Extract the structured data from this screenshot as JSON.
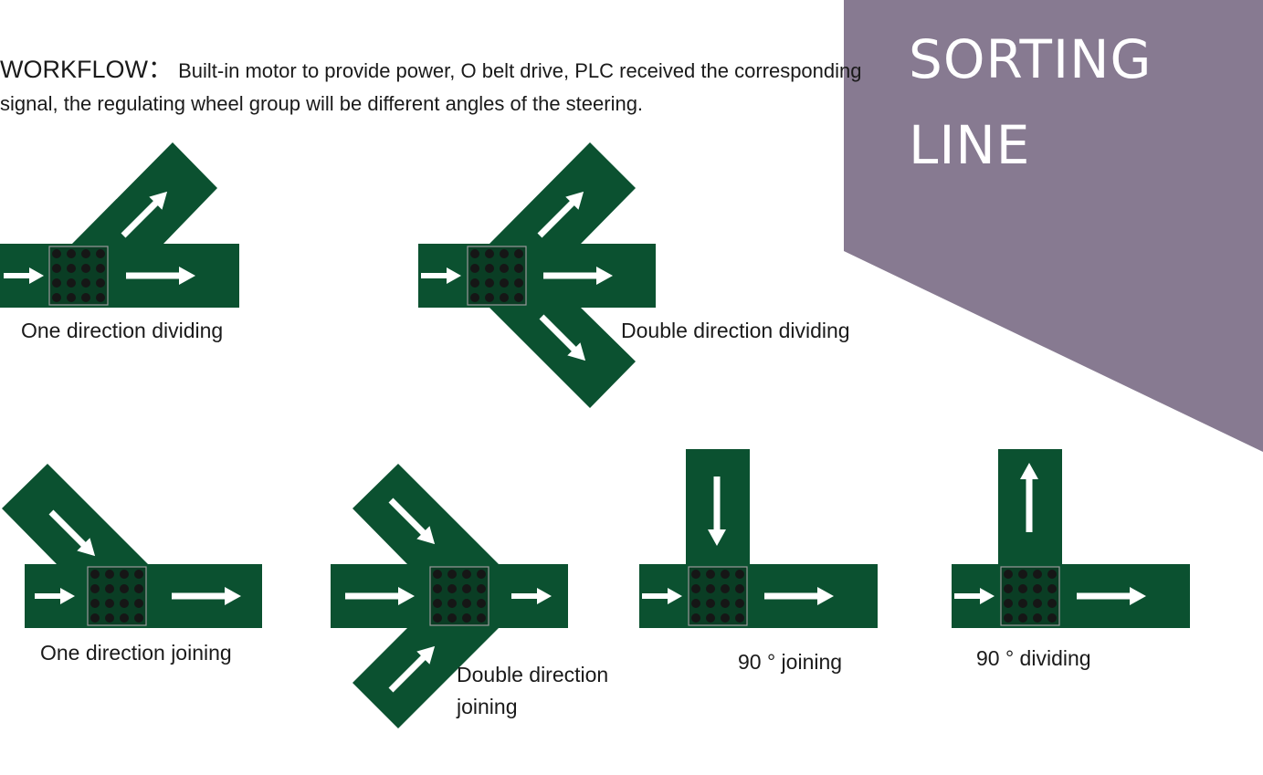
{
  "title": {
    "line1": "SORTING",
    "line2": "LINE"
  },
  "workflow": {
    "label": "WORKFLOW：",
    "text": "Built-in motor to provide power, O belt drive, PLC received the corresponding signal, the regulating wheel group will be different angles of the steering."
  },
  "diagrams": [
    {
      "id": "one-direction-dividing",
      "caption": "One direction dividing"
    },
    {
      "id": "double-direction-dividing",
      "caption": "Double direction dividing"
    },
    {
      "id": "one-direction-joining",
      "caption": "One direction joining"
    },
    {
      "id": "double-direction-joining",
      "caption": "Double direction\n joining"
    },
    {
      "id": "90-joining",
      "caption": "90 ° joining"
    },
    {
      "id": "90-dividing",
      "caption": "90 ° dividing"
    }
  ],
  "colors": {
    "belt": "#0b5130",
    "banner": "#877a91",
    "arrow": "#ffffff",
    "roller": "#161616",
    "module": "#0a3d24"
  }
}
